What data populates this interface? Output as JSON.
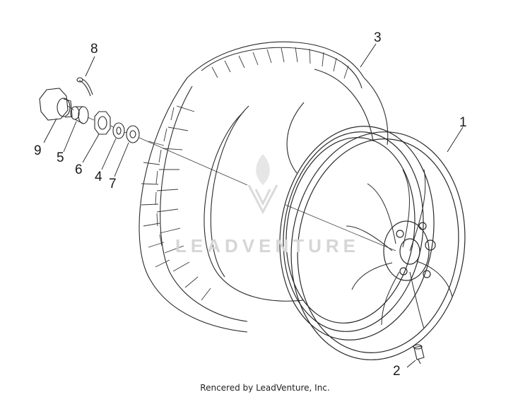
{
  "callouts": {
    "c1": "1",
    "c2": "2",
    "c3": "3",
    "c4": "4",
    "c5": "5",
    "c6": "6",
    "c7": "7",
    "c8": "8",
    "c9": "9"
  },
  "watermark": "LEADVENTURE",
  "footer": "Rencered by LeadVenture, Inc.",
  "colors": {
    "line": "#2a2a2a",
    "watermark": "#d9d9d9"
  }
}
